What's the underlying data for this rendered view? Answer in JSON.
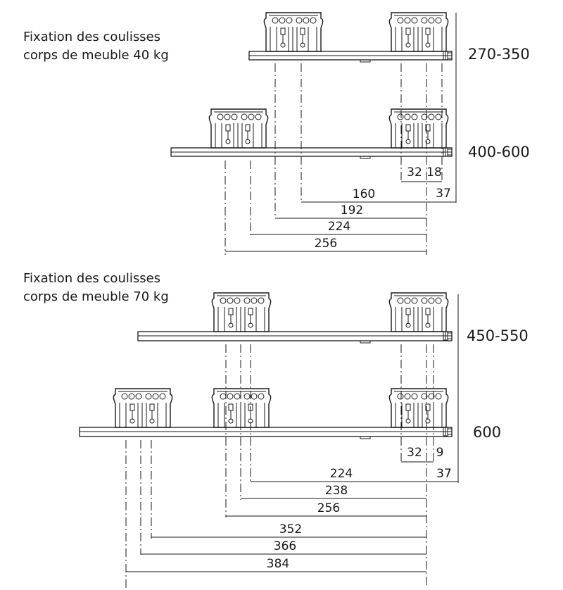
{
  "colors": {
    "line": "#1a1a1a",
    "background": "#ffffff"
  },
  "sections": [
    {
      "title_line1": "Fixation des coulisses",
      "title_line2": "corps de meuble 40 kg",
      "sizes": [
        "270-350",
        "400-600"
      ],
      "small_dims": [
        "32",
        "18",
        "37"
      ],
      "dims": [
        "160",
        "192",
        "224",
        "256"
      ]
    },
    {
      "title_line1": "Fixation des coulisses",
      "title_line2": "corps de meuble 70 kg",
      "sizes": [
        "450-550",
        "600"
      ],
      "small_dims": [
        "32",
        "9",
        "37"
      ],
      "dims": [
        "224",
        "238",
        "256",
        "352",
        "366",
        "384"
      ]
    }
  ]
}
